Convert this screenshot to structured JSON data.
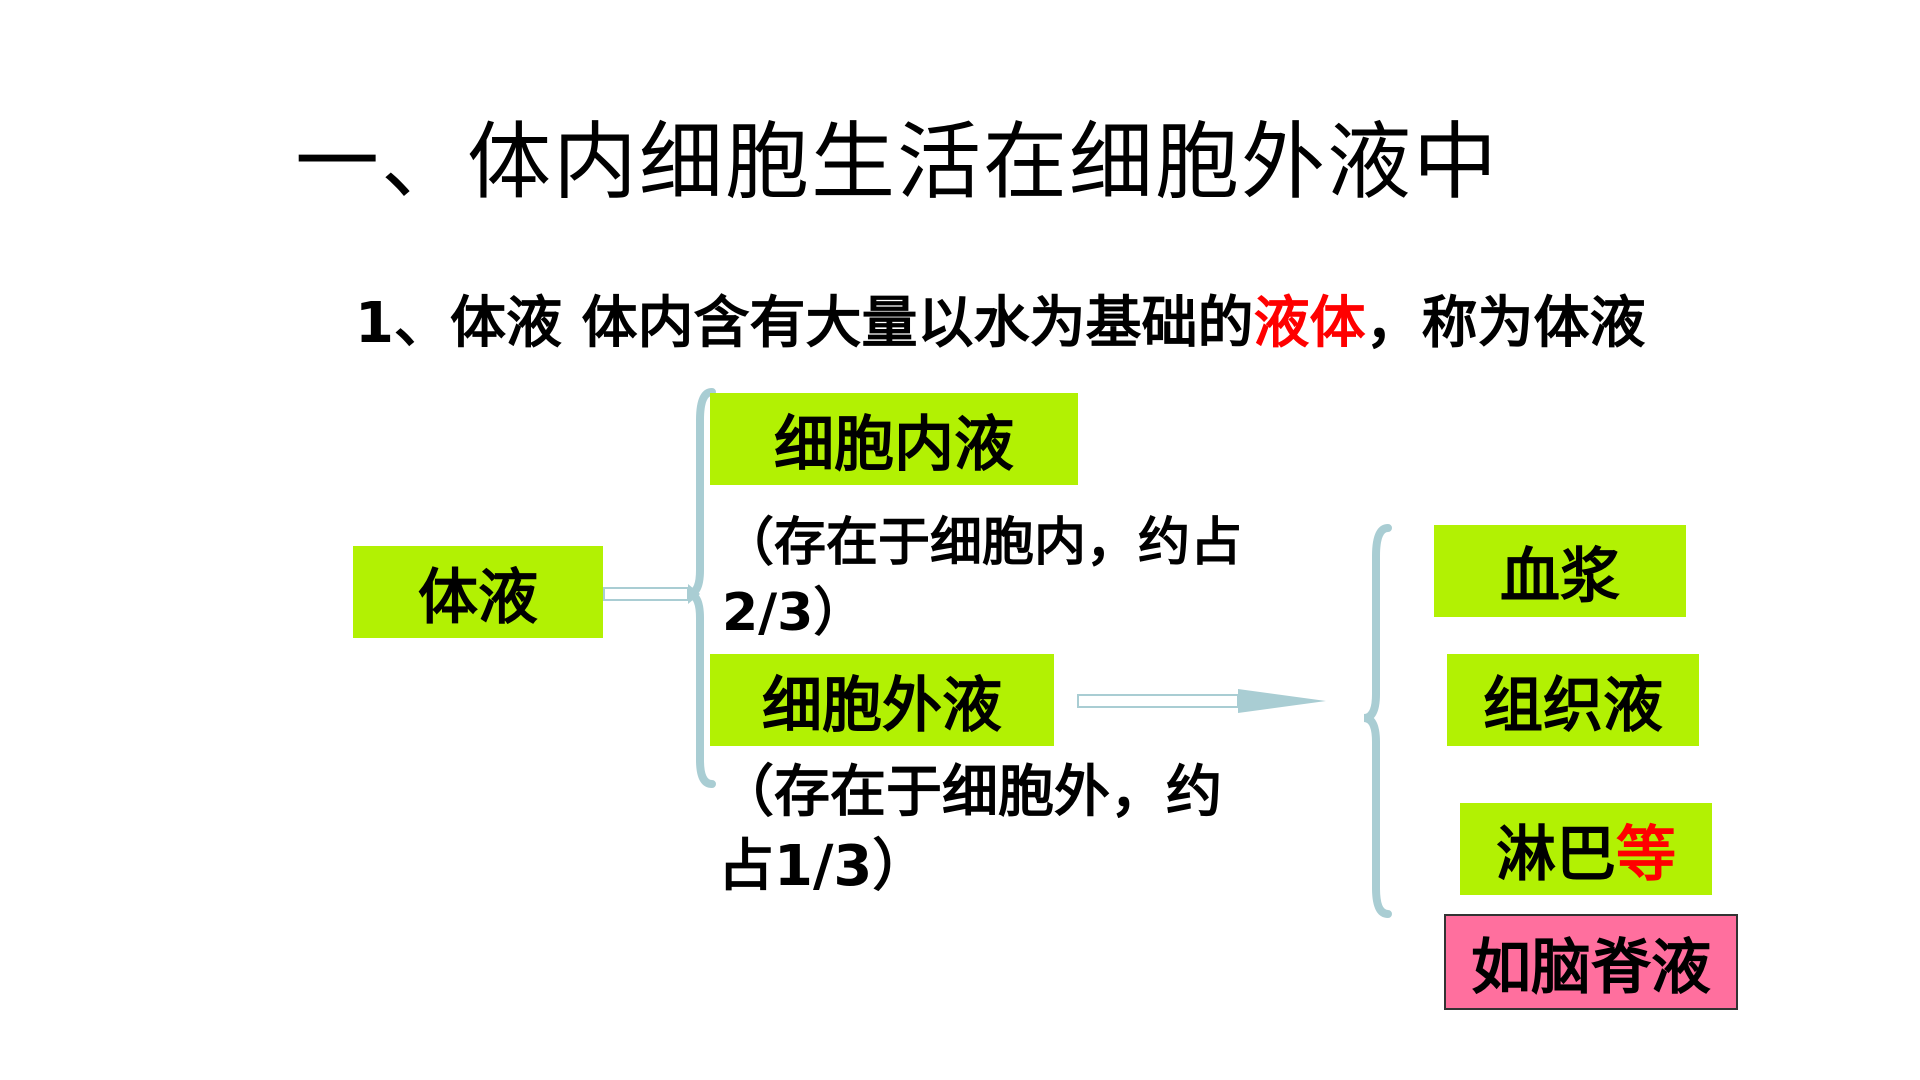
{
  "title": "一、体内细胞生活在细胞外液中",
  "subtitle": {
    "prefix": "1、体液 体内含有大量以水为基础的",
    "highlight": "液体",
    "suffix": "，称为体液"
  },
  "diagram": {
    "root": "体液",
    "intracellular": {
      "label": "细胞内液",
      "note_line1": "（存在于细胞内，约占",
      "note_line2": "2/3）"
    },
    "extracellular": {
      "label": "细胞外液",
      "note_line1": "（存在于细胞外，约",
      "note_line2": "占1/3）"
    },
    "components": {
      "plasma": "血浆",
      "tissue_fluid": "组织液",
      "lymph": "淋巴",
      "etc": "等"
    },
    "callout": "如脑脊液"
  },
  "colors": {
    "box_green": "#b2f103",
    "highlight_red": "#ff0000",
    "callout_pink": "#ff6f9e",
    "connector": "#a9cdd3"
  }
}
